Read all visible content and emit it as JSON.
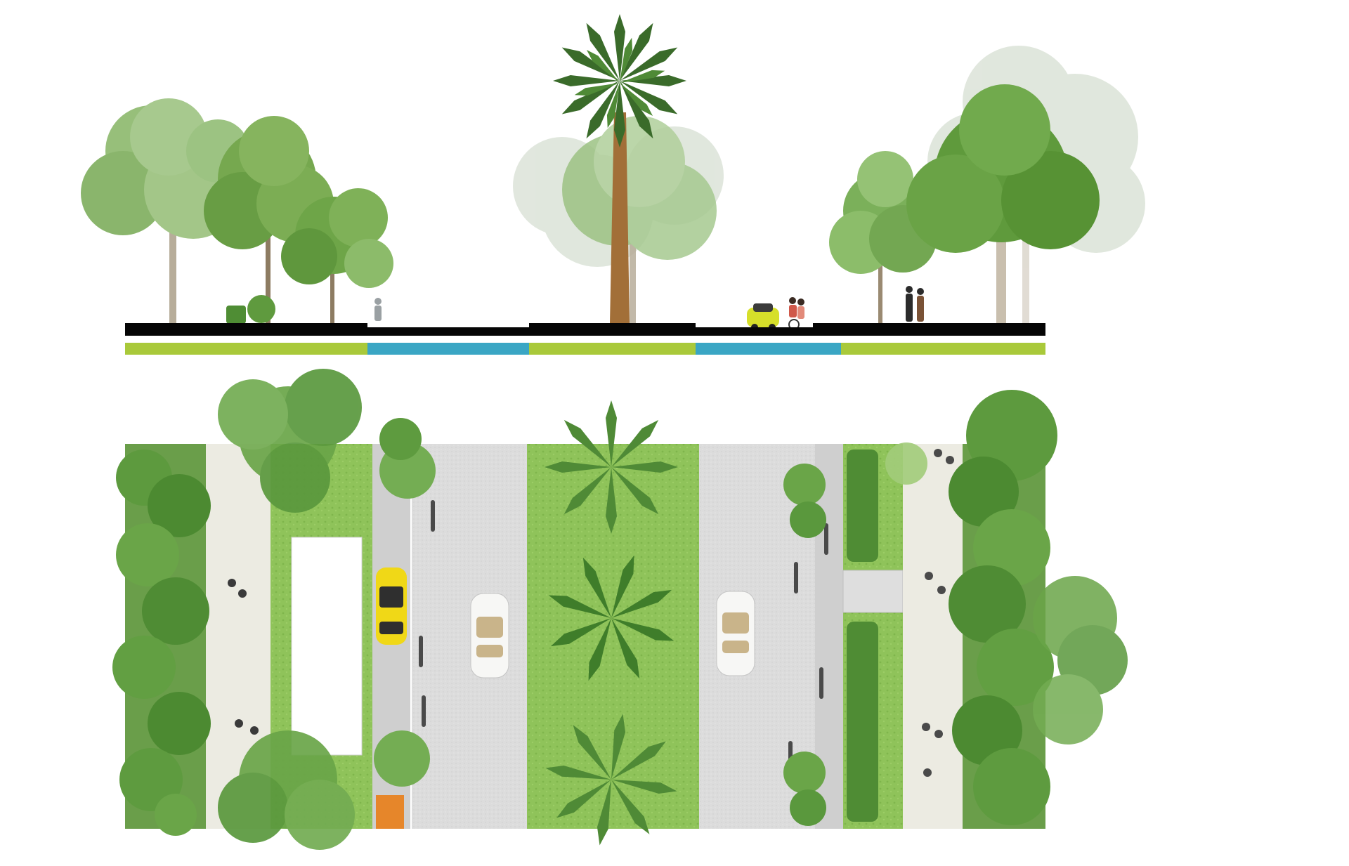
{
  "diagram": {
    "kind": "street cross-section and plan",
    "views": [
      "section",
      "plan"
    ],
    "zones": [
      {
        "id": "west-green-belt",
        "type": "green",
        "has_tree_canopy": true
      },
      {
        "id": "west-road",
        "type": "road",
        "lanes": 1,
        "parked_car": "yellow",
        "moving_car": "white"
      },
      {
        "id": "central-median",
        "type": "green",
        "feature": "palm trees"
      },
      {
        "id": "east-road",
        "type": "road",
        "lanes": 1,
        "moving_car": "white"
      },
      {
        "id": "east-green-belt",
        "type": "green",
        "has_tree_canopy": true
      }
    ],
    "legend_band": [
      "green",
      "blue",
      "green",
      "blue",
      "green"
    ]
  },
  "colors": {
    "green_band": "#a9c93a",
    "blue_band": "#3aa6c4",
    "section_ground": "#050505",
    "tree_foliage": "#6aa03e",
    "tree_foliage_dark": "#3f7d2a",
    "tree_foliage_faded": "#c9d6c4",
    "lawn": "#8dc25a",
    "asphalt": "#dadada",
    "sidewalk": "#ecebe2",
    "taxi": "#f0d817",
    "car": "#f7f7f5"
  },
  "icons": [
    "palm-tree-icon",
    "deciduous-tree-icon",
    "car-icon",
    "cyclist-icon",
    "pedestrian-icon"
  ]
}
